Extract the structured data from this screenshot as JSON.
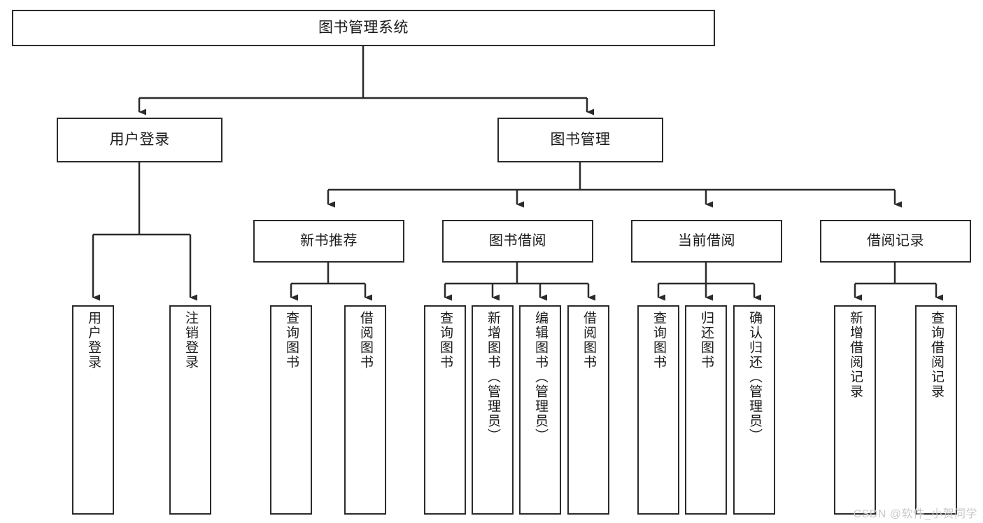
{
  "diagram": {
    "title": "图书管理系统",
    "type": "tree-hierarchy-diagram",
    "colors": {
      "background": "#ffffff",
      "node_border": "#2b2b2b",
      "node_fill": "#ffffff",
      "edge": "#2b2b2b",
      "text": "#1a1a1a",
      "watermark": "#c9c9c9"
    },
    "nodes": {
      "root": {
        "label": "图书管理系统"
      },
      "l1": [
        {
          "id": "user_login",
          "label": "用户登录"
        },
        {
          "id": "book_manage",
          "label": "图书管理"
        }
      ],
      "l2": [
        {
          "id": "new_book_rec",
          "label": "新书推荐"
        },
        {
          "id": "book_borrow",
          "label": "图书借阅"
        },
        {
          "id": "current_borrow",
          "label": "当前借阅"
        },
        {
          "id": "borrow_record",
          "label": "借阅记录"
        }
      ],
      "leaves": {
        "user_login": [
          {
            "id": "leaf_user_login",
            "label": "用户登录"
          },
          {
            "id": "leaf_logout",
            "label": "注销登录"
          }
        ],
        "new_book_rec": [
          {
            "id": "leaf_query_book_1",
            "label": "查询图书"
          },
          {
            "id": "leaf_borrow_book_1",
            "label": "借阅图书"
          }
        ],
        "book_borrow": [
          {
            "id": "leaf_query_book_2",
            "label": "查询图书"
          },
          {
            "id": "leaf_add_book",
            "label": "新增图书（管理员）"
          },
          {
            "id": "leaf_edit_book",
            "label": "编辑图书（管理员）"
          },
          {
            "id": "leaf_borrow_book_2",
            "label": "借阅图书"
          }
        ],
        "current_borrow": [
          {
            "id": "leaf_query_book_3",
            "label": "查询图书"
          },
          {
            "id": "leaf_return_book",
            "label": "归还图书"
          },
          {
            "id": "leaf_confirm_return",
            "label": "确认归还（管理员）"
          }
        ],
        "borrow_record": [
          {
            "id": "leaf_add_record",
            "label": "新增借阅记录"
          },
          {
            "id": "leaf_query_record",
            "label": "查询借阅记录"
          }
        ]
      }
    },
    "watermark": "CSDN @软件_小贺同学"
  }
}
